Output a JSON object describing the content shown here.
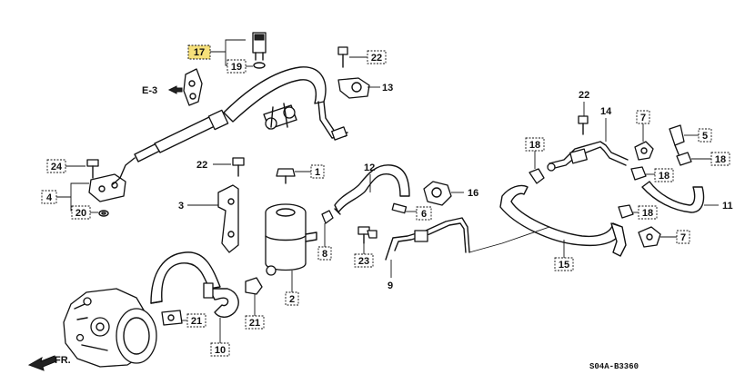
{
  "diagram": {
    "ref_label": "E-3",
    "direction_label": "FR.",
    "drawing_code": "S04A-B3360",
    "highlight_color": "#f6e07a",
    "callouts": {
      "c1": "1",
      "c2": "2",
      "c3": "3",
      "c4": "4",
      "c5": "5",
      "c6": "6",
      "c7a": "7",
      "c7b": "7",
      "c8": "8",
      "c9": "9",
      "c10": "10",
      "c11": "11",
      "c12": "12",
      "c13": "13",
      "c14": "14",
      "c15": "15",
      "c16": "16",
      "c17": "17",
      "c18a": "18",
      "c18b": "18",
      "c18c": "18",
      "c18d": "18",
      "c19": "19",
      "c20": "20",
      "c21a": "21",
      "c21b": "21",
      "c22a": "22",
      "c22b": "22",
      "c22c": "22",
      "c23": "23",
      "c24": "24"
    }
  }
}
